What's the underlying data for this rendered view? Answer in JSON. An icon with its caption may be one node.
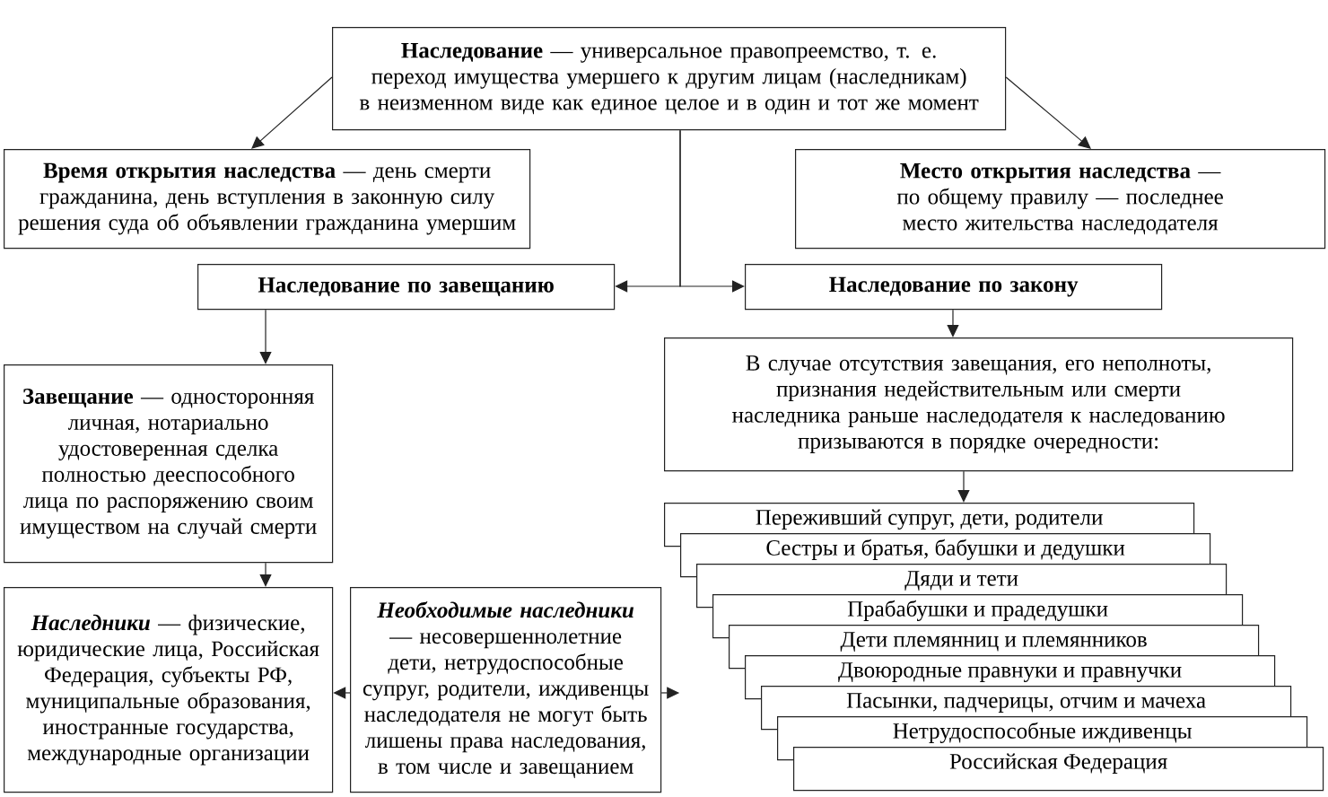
{
  "diagram": {
    "nodes": [
      {
        "text": [
          "**Наследование** — универсальное правопреемство, т. е. переход имущества умершего к другим лицам (наследникам) в неизменном виде как единое целое и в один и тот же момент"
        ]
      },
      {
        "text": [
          "**Время открытия наследства** — день смерти гражданина, день вступления в законную силу решения суда об объявлении гражданина умершим"
        ]
      },
      {
        "text": [
          "**Место открытия наследства** — по общему правилу — последнее место жительства наследодателя"
        ]
      },
      {
        "text": [
          "Наследование по завещанию"
        ]
      },
      {
        "text": [
          "Наследование по закону"
        ]
      },
      {
        "text": [
          "**Завещание** — односторонняя личная, нотариально удостоверенная сделка полностью дееспособного лица по распоряжению своим имуществом на случай смерти"
        ]
      },
      {
        "text": [
          "В случае отсутствия завещания, его неполноты, признания недействительным или смерти наследника раньше наследодателя к наследованию призываются в порядке очередности:"
        ]
      },
      {
        "text": [
          "**Наследники** — физические, юридические лица, Российская Федерация, субъекты РФ, муниципальные образования, иностранные государства, международные организации"
        ]
      },
      {
        "text": [
          "**Необходимые наследники** — несовершеннолетние дети, нетрудоспособные супруг, родители, иждивенцы наследодателя не могут быть лишены права наследования, в том числе и завещанием"
        ]
      },
      {
        "text": [
          "Переживший супруг, дети, родители"
        ]
      },
      {
        "text": [
          "Сестры и братья, бабушки и дедушки"
        ]
      },
      {
        "text": [
          "Дяди и тети"
        ]
      },
      {
        "text": [
          "Прабабушки и прадедушки"
        ]
      },
      {
        "text": [
          "Дети племянниц и племянников"
        ]
      },
      {
        "text": [
          "Двоюродные правнуки и правнучки"
        ]
      },
      {
        "text": [
          "Пасынки, падчерицы, отчим и мачеха"
        ]
      },
      {
        "text": [
          "Нетрудоспособные иждивенцы"
        ]
      },
      {
        "text": [
          "Российская Федерация"
        ]
      }
    ],
    "edges": [
      {
        "from": 0,
        "to": 1,
        "arrow": "to"
      },
      {
        "from": 0,
        "to": 2,
        "arrow": "to"
      },
      {
        "from": 0,
        "to": 3,
        "arrow": "to"
      },
      {
        "from": 0,
        "to": 4,
        "arrow": "to"
      },
      {
        "from": 3,
        "to": 5,
        "arrow": "to"
      },
      {
        "from": 4,
        "to": 6,
        "arrow": "to"
      },
      {
        "from": 5,
        "to": 7,
        "arrow": "to"
      },
      {
        "from": 8,
        "to": 7,
        "arrow": "to"
      },
      {
        "from": 6,
        "to": 9,
        "arrow": "to"
      },
      {
        "from": 8,
        "to": null,
        "arrow": "to"
      }
    ]
  }
}
